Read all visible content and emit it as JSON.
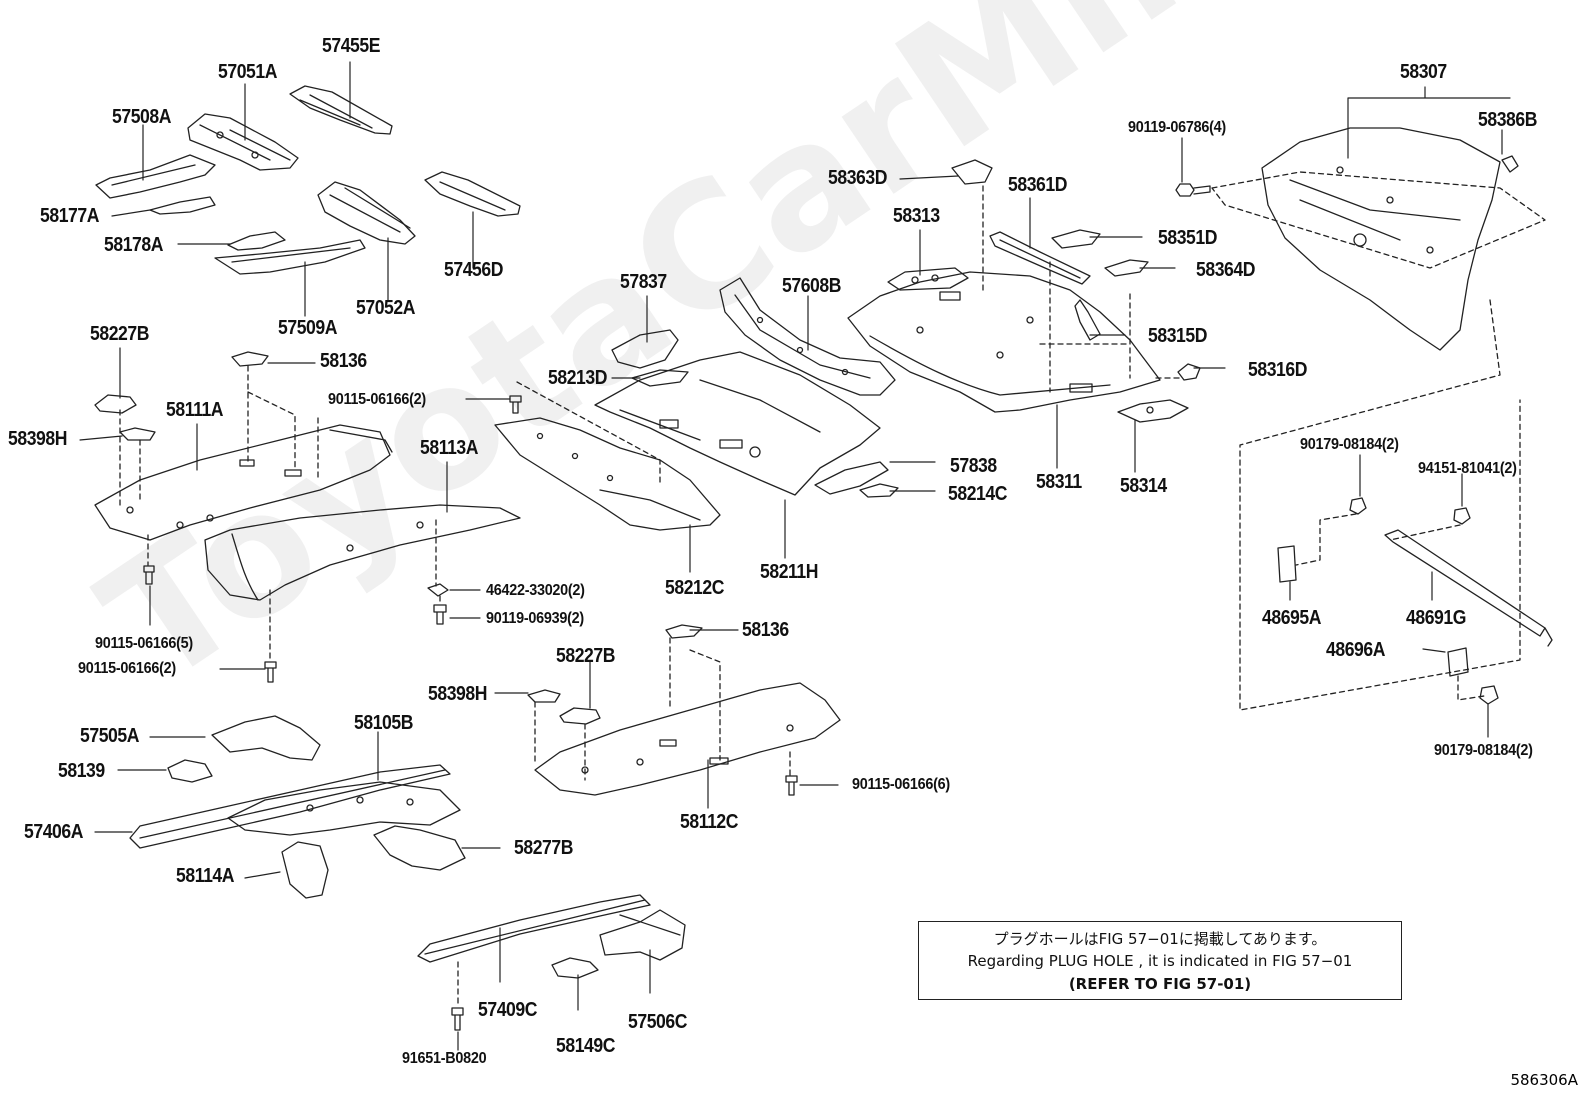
{
  "labels": [
    {
      "id": "p57455E",
      "text": "57455E"
    },
    {
      "id": "p57051A",
      "text": "57051A"
    },
    {
      "id": "p57508A",
      "text": "57508A"
    },
    {
      "id": "p58177A",
      "text": "58177A"
    },
    {
      "id": "p58178A",
      "text": "58178A"
    },
    {
      "id": "p57456D",
      "text": "57456D"
    },
    {
      "id": "p57509A",
      "text": "57509A"
    },
    {
      "id": "p57052A",
      "text": "57052A"
    },
    {
      "id": "p58227B_1",
      "text": "58227B"
    },
    {
      "id": "p58136_1",
      "text": "58136"
    },
    {
      "id": "p58398H_1",
      "text": "58398H"
    },
    {
      "id": "p58111A",
      "text": "58111A"
    },
    {
      "id": "p90115_06166_2a",
      "text": "90115-06166(2)"
    },
    {
      "id": "p58113A",
      "text": "58113A"
    },
    {
      "id": "p90115_06166_5",
      "text": "90115-06166(5)"
    },
    {
      "id": "p90115_06166_2b",
      "text": "90115-06166(2)"
    },
    {
      "id": "p46422",
      "text": "46422-33020(2)"
    },
    {
      "id": "p90119_06939",
      "text": "90119-06939(2)"
    },
    {
      "id": "p57837",
      "text": "57837"
    },
    {
      "id": "p58213D",
      "text": "58213D"
    },
    {
      "id": "p57608B",
      "text": "57608B"
    },
    {
      "id": "p57838",
      "text": "57838"
    },
    {
      "id": "p58214C",
      "text": "58214C"
    },
    {
      "id": "p58212C",
      "text": "58212C"
    },
    {
      "id": "p58211H",
      "text": "58211H"
    },
    {
      "id": "p58363D",
      "text": "58363D"
    },
    {
      "id": "p58361D",
      "text": "58361D"
    },
    {
      "id": "p58313",
      "text": "58313"
    },
    {
      "id": "p58351D",
      "text": "58351D"
    },
    {
      "id": "p58364D",
      "text": "58364D"
    },
    {
      "id": "p58315D",
      "text": "58315D"
    },
    {
      "id": "p58316D",
      "text": "58316D"
    },
    {
      "id": "p58311",
      "text": "58311"
    },
    {
      "id": "p58314",
      "text": "58314"
    },
    {
      "id": "p58307",
      "text": "58307"
    },
    {
      "id": "p90119_06786",
      "text": "90119-06786(4)"
    },
    {
      "id": "p58386B",
      "text": "58386B"
    },
    {
      "id": "p90179_08184_a",
      "text": "90179-08184(2)"
    },
    {
      "id": "p94151",
      "text": "94151-81041(2)"
    },
    {
      "id": "p48695A",
      "text": "48695A"
    },
    {
      "id": "p48691G",
      "text": "48691G"
    },
    {
      "id": "p48696A",
      "text": "48696A"
    },
    {
      "id": "p90179_08184_b",
      "text": "90179-08184(2)"
    },
    {
      "id": "p58136_2",
      "text": "58136"
    },
    {
      "id": "p58227B_2",
      "text": "58227B"
    },
    {
      "id": "p58398H_2",
      "text": "58398H"
    },
    {
      "id": "p90115_06166_6",
      "text": "90115-06166(6)"
    },
    {
      "id": "p58112C",
      "text": "58112C"
    },
    {
      "id": "p57505A",
      "text": "57505A"
    },
    {
      "id": "p58139",
      "text": "58139"
    },
    {
      "id": "p58105B",
      "text": "58105B"
    },
    {
      "id": "p57406A",
      "text": "57406A"
    },
    {
      "id": "p58277B",
      "text": "58277B"
    },
    {
      "id": "p58114A",
      "text": "58114A"
    },
    {
      "id": "p57409C",
      "text": "57409C"
    },
    {
      "id": "p57506C",
      "text": "57506C"
    },
    {
      "id": "p58149C",
      "text": "58149C"
    },
    {
      "id": "p91651",
      "text": "91651-B0820"
    }
  ],
  "note": {
    "line1": "プラグホールはFIG 57−01に掲載してあります。",
    "line2": "Regarding PLUG HOLE , it is indicated in FIG 57−01",
    "line3": "(REFER TO FIG 57-01)"
  },
  "watermark": "ToyotaCarMine.ru",
  "figure_number": "586306A"
}
